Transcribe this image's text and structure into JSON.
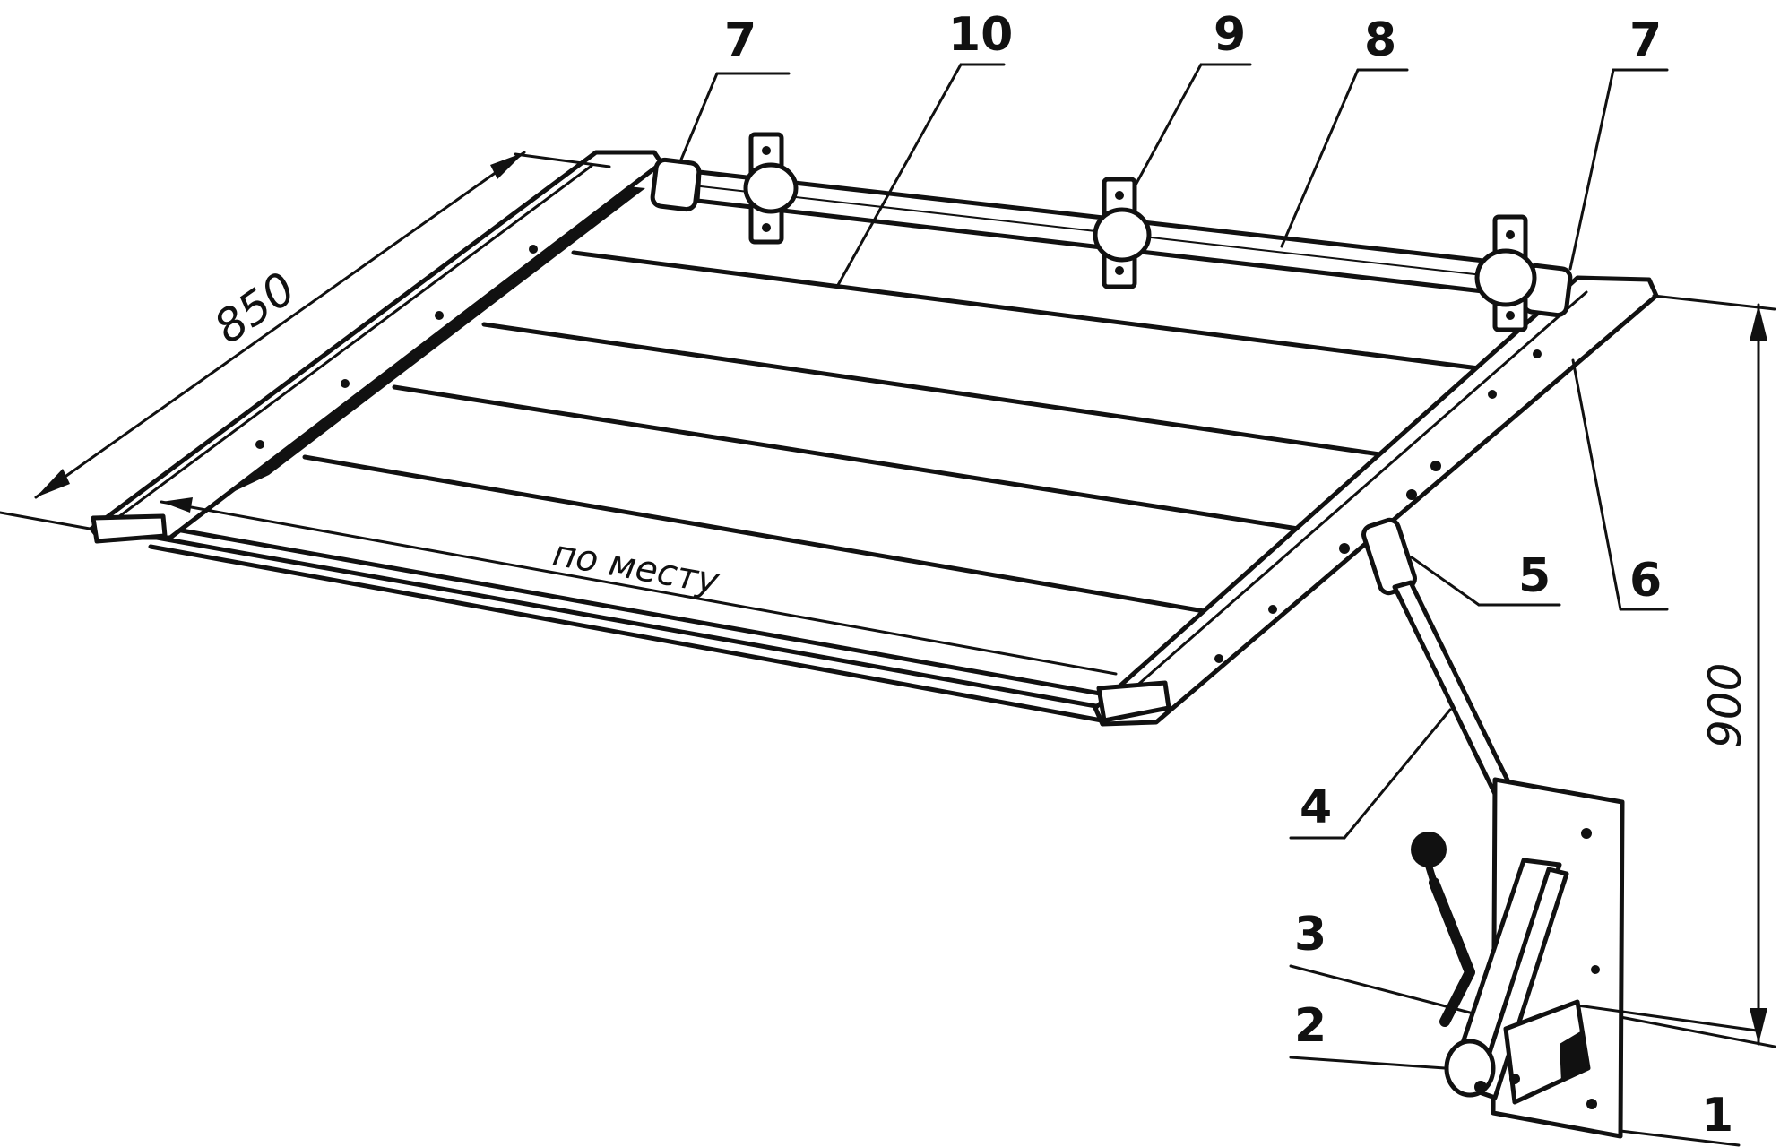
{
  "labels": {
    "l1": "1",
    "l2": "2",
    "l3": "3",
    "l4": "4",
    "l5": "5",
    "l6": "6",
    "l7_left": "7",
    "l7_right": "7",
    "l8": "8",
    "l9": "9",
    "l10": "10"
  },
  "dimensions": {
    "width": "850",
    "height": "900"
  },
  "note": "по месту",
  "colors": {
    "ink": "#111111",
    "paper": "#ffffff"
  }
}
